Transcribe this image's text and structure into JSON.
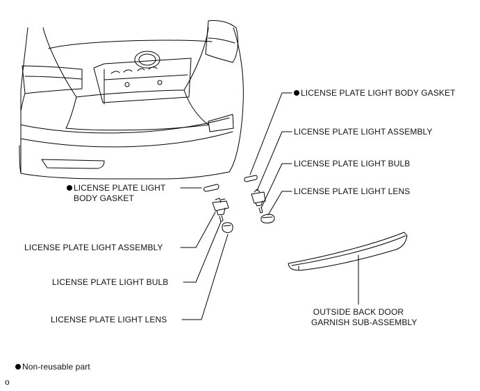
{
  "labels": {
    "right_body_gasket": "LICENSE PLATE LIGHT BODY GASKET",
    "right_assembly": "LICENSE PLATE LIGHT ASSEMBLY",
    "right_bulb": "LICENSE PLATE LIGHT BULB",
    "right_lens": "LICENSE PLATE LIGHT LENS",
    "left_body_gasket_line1": "LICENSE PLATE LIGHT",
    "left_body_gasket_line2": "BODY GASKET",
    "left_assembly": "LICENSE PLATE LIGHT ASSEMBLY",
    "left_bulb": "LICENSE PLATE LIGHT BULB",
    "left_lens": "LICENSE PLATE LIGHT LENS",
    "garnish_line1": "OUTSIDE BACK DOOR",
    "garnish_line2": "GARNISH SUB-ASSEMBLY"
  },
  "legend": {
    "non_reusable": "Non-reusable part"
  },
  "corner_mark": "o",
  "colors": {
    "line": "#000000",
    "paper": "#ffffff",
    "bullet": "#000000"
  }
}
